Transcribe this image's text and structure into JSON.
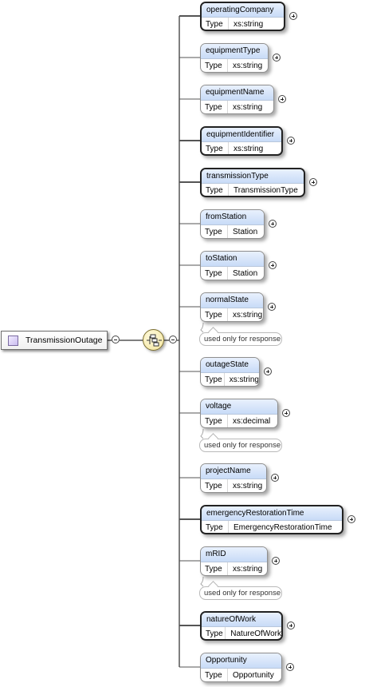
{
  "root": {
    "name": "TransmissionOutage",
    "icon": "complex-type-icon"
  },
  "compositor": {
    "kind": "sequence",
    "icon": "sequence-compositor-icon"
  },
  "type_label": "Type",
  "elements": [
    {
      "name": "operatingCompany",
      "type": "xs:string",
      "mandatory": true,
      "note": ""
    },
    {
      "name": "equipmentType",
      "type": "xs:string",
      "mandatory": false,
      "note": ""
    },
    {
      "name": "equipmentName",
      "type": "xs:string",
      "mandatory": false,
      "note": ""
    },
    {
      "name": "equipmentIdentifier",
      "type": "xs:string",
      "mandatory": true,
      "note": ""
    },
    {
      "name": "transmissionType",
      "type": "TransmissionType",
      "mandatory": true,
      "note": ""
    },
    {
      "name": "fromStation",
      "type": "Station",
      "mandatory": false,
      "note": ""
    },
    {
      "name": "toStation",
      "type": "Station",
      "mandatory": false,
      "note": ""
    },
    {
      "name": "normalState",
      "type": "xs:string",
      "mandatory": false,
      "note": "used only for response"
    },
    {
      "name": "outageState",
      "type": "xs:string",
      "mandatory": false,
      "note": ""
    },
    {
      "name": "voltage",
      "type": "xs:decimal",
      "mandatory": false,
      "note": "used only for response"
    },
    {
      "name": "projectName",
      "type": "xs:string",
      "mandatory": false,
      "note": ""
    },
    {
      "name": "emergencyRestorationTime",
      "type": "EmergencyRestorationTime",
      "mandatory": true,
      "note": ""
    },
    {
      "name": "mRID",
      "type": "xs:string",
      "mandatory": false,
      "note": "used only for response"
    },
    {
      "name": "natureOfWork",
      "type": "NatureOfWork",
      "mandatory": true,
      "note": ""
    },
    {
      "name": "Opportunity",
      "type": "Opportunity",
      "mandatory": false,
      "note": ""
    }
  ]
}
